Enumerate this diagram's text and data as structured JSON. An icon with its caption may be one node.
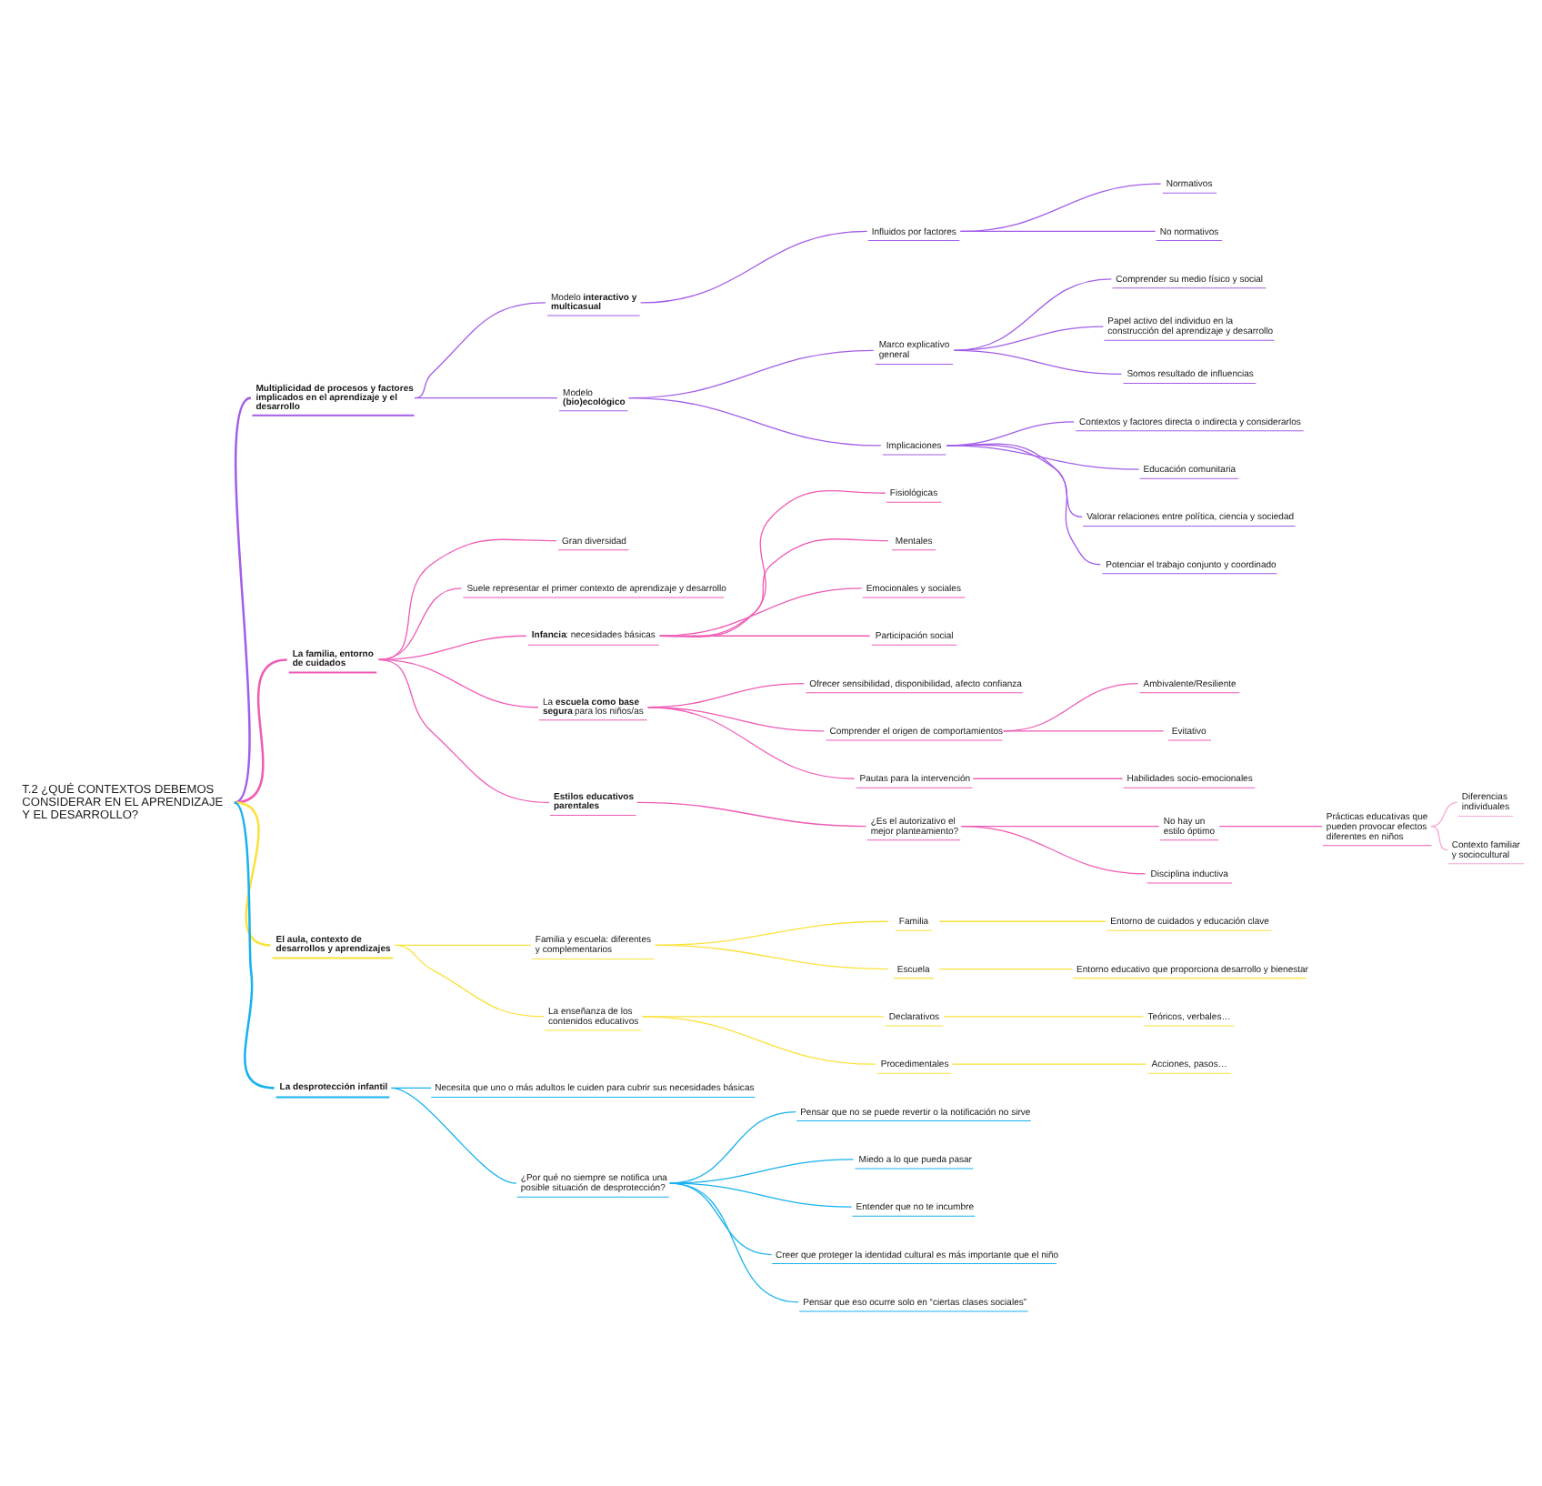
{
  "diagram": {
    "nodes": [
      {
        "text": [
          "T.2 ¿QUÉ CONTEXTOS DEBEMOS CONSIDERAR EN EL APRENDIZAJE Y EL DESARROLLO?"
        ]
      },
      {
        "text": [
          "Multiplicidad de procesos y factores implicados en el aprendizaje y el desarrollo"
        ]
      },
      {
        "text": [
          "Modelo **interactivo y multicasual**"
        ]
      },
      {
        "text": [
          "Influidos por factores"
        ]
      },
      {
        "text": [
          "Normativos"
        ]
      },
      {
        "text": [
          "No normativos"
        ]
      },
      {
        "text": [
          "Modelo **(bio)ecológico**"
        ]
      },
      {
        "text": [
          "Marco explicativo general"
        ]
      },
      {
        "text": [
          "Comprender su medio físico y social"
        ]
      },
      {
        "text": [
          "Papel activo del individuo en la construcción del aprendizaje y desarrollo"
        ]
      },
      {
        "text": [
          "Somos resultado de influencias"
        ]
      },
      {
        "text": [
          "Implicaciones"
        ]
      },
      {
        "text": [
          "Contextos y factores directa o indirecta y considerarlos"
        ]
      },
      {
        "text": [
          "Educación comunitaria"
        ]
      },
      {
        "text": [
          "Valorar relaciones entre política, ciencia y sociedad"
        ]
      },
      {
        "text": [
          "Potenciar el trabajo conjunto y coordinado"
        ]
      },
      {
        "text": [
          "La familia, entorno de cuidados"
        ]
      },
      {
        "text": [
          "Gran diversidad"
        ]
      },
      {
        "text": [
          "Suele representar el primer contexto de aprendizaje y desarrollo"
        ]
      },
      {
        "text": [
          "**Infancia**: necesidades básicas"
        ]
      },
      {
        "text": [
          "Fisiológicas"
        ]
      },
      {
        "text": [
          "Mentales"
        ]
      },
      {
        "text": [
          "Emocionales y sociales"
        ]
      },
      {
        "text": [
          "Participación social"
        ]
      },
      {
        "text": [
          "La **escuela como base segura** para los niños/as"
        ]
      },
      {
        "text": [
          "Ofrecer sensibilidad, disponibilidad, afecto confianza"
        ]
      },
      {
        "text": [
          "Comprender el origen de comportamientos"
        ]
      },
      {
        "text": [
          "Ambivalente/Resiliente"
        ]
      },
      {
        "text": [
          "Evitativo"
        ]
      },
      {
        "text": [
          "Pautas para la intervención"
        ]
      },
      {
        "text": [
          "Habilidades socio-emocionales"
        ]
      },
      {
        "text": [
          "Estilos educativos parentales"
        ]
      },
      {
        "text": [
          "¿Es el autorizativo el mejor planteamiento?"
        ]
      },
      {
        "text": [
          "No hay un estilo óptimo"
        ]
      },
      {
        "text": [
          "Prácticas educativas que pueden provocar efectos diferentes en niños"
        ]
      },
      {
        "text": [
          "Diferencias individuales"
        ]
      },
      {
        "text": [
          "Contexto familiar y sociocultural"
        ]
      },
      {
        "text": [
          "Disciplina inductiva"
        ]
      },
      {
        "text": [
          "El aula, contexto de desarrollos y aprendizajes"
        ]
      },
      {
        "text": [
          "Familia y escuela: diferentes y complementarios"
        ]
      },
      {
        "text": [
          "Familia"
        ]
      },
      {
        "text": [
          "Entorno de cuidados y educación clave"
        ]
      },
      {
        "text": [
          "Escuela"
        ]
      },
      {
        "text": [
          "Entorno educativo que proporciona desarrollo y bienestar"
        ]
      },
      {
        "text": [
          "La enseñanza de los contenidos educativos"
        ]
      },
      {
        "text": [
          "Declarativos"
        ]
      },
      {
        "text": [
          "Teóricos, verbales…"
        ]
      },
      {
        "text": [
          "Procedimentales"
        ]
      },
      {
        "text": [
          "Acciones, pasos…"
        ]
      },
      {
        "text": [
          "La desprotección infantil"
        ]
      },
      {
        "text": [
          "Necesita que uno o más adultos le cuiden para cubrir sus necesidades básicas"
        ]
      },
      {
        "text": [
          "¿Por qué no siempre se notifica una posible situación de desprotección?"
        ]
      },
      {
        "text": [
          "Pensar que no se puede revertir o la notificación no sirve"
        ]
      },
      {
        "text": [
          "Miedo a lo que pueda pasar"
        ]
      },
      {
        "text": [
          "Entender que no te incumbre"
        ]
      },
      {
        "text": [
          "Creer que proteger la identidad cultural es más importante que el niño"
        ]
      },
      {
        "text": [
          "Pensar que eso ocurre solo en “ciertas clases sociales”"
        ]
      }
    ],
    "edges": [
      {
        "from": 0,
        "to": 1,
        "arrow": "none",
        "color": "#a35de8"
      },
      {
        "from": 1,
        "to": 2,
        "arrow": "none",
        "color": "#a35de8"
      },
      {
        "from": 2,
        "to": 3,
        "arrow": "none",
        "color": "#a35de8"
      },
      {
        "from": 3,
        "to": 4,
        "arrow": "none",
        "color": "#a35de8"
      },
      {
        "from": 3,
        "to": 5,
        "arrow": "none",
        "color": "#a35de8"
      },
      {
        "from": 1,
        "to": 6,
        "arrow": "none",
        "color": "#a35de8"
      },
      {
        "from": 6,
        "to": 7,
        "arrow": "none",
        "color": "#a35de8"
      },
      {
        "from": 7,
        "to": 8,
        "arrow": "none",
        "color": "#a35de8"
      },
      {
        "from": 7,
        "to": 9,
        "arrow": "none",
        "color": "#a35de8"
      },
      {
        "from": 7,
        "to": 10,
        "arrow": "none",
        "color": "#a35de8"
      },
      {
        "from": 6,
        "to": 11,
        "arrow": "none",
        "color": "#a35de8"
      },
      {
        "from": 11,
        "to": 12,
        "arrow": "none",
        "color": "#a35de8"
      },
      {
        "from": 11,
        "to": 13,
        "arrow": "none",
        "color": "#a35de8"
      },
      {
        "from": 11,
        "to": 14,
        "arrow": "none",
        "color": "#a35de8"
      },
      {
        "from": 11,
        "to": 15,
        "arrow": "none",
        "color": "#a35de8"
      },
      {
        "from": 0,
        "to": 16,
        "arrow": "none"
      },
      {
        "from": 16,
        "to": 17,
        "arrow": "none"
      },
      {
        "from": 16,
        "to": 18,
        "arrow": "none"
      },
      {
        "from": 16,
        "to": 19,
        "arrow": "none"
      },
      {
        "from": 19,
        "to": 20,
        "arrow": "none"
      },
      {
        "from": 19,
        "to": 21,
        "arrow": "none"
      },
      {
        "from": 19,
        "to": 22,
        "arrow": "none"
      },
      {
        "from": 19,
        "to": 23,
        "arrow": "none"
      },
      {
        "from": 16,
        "to": 24,
        "arrow": "none"
      },
      {
        "from": 24,
        "to": 25,
        "arrow": "none"
      },
      {
        "from": 24,
        "to": 26,
        "arrow": "none"
      },
      {
        "from": 26,
        "to": 27,
        "arrow": "none"
      },
      {
        "from": 26,
        "to": 28,
        "arrow": "none"
      },
      {
        "from": 24,
        "to": 29,
        "arrow": "none"
      },
      {
        "from": 29,
        "to": 30,
        "arrow": "none"
      },
      {
        "from": 16,
        "to": 31,
        "arrow": "none"
      },
      {
        "from": 31,
        "to": 32,
        "arrow": "none"
      },
      {
        "from": 32,
        "to": 33,
        "arrow": "none"
      },
      {
        "from": 33,
        "to": 34,
        "arrow": "none"
      },
      {
        "from": 34,
        "to": 35,
        "arrow": "none",
        "color": "#f6a9d8"
      },
      {
        "from": 34,
        "to": 36,
        "arrow": "none",
        "color": "#f6a9d8"
      },
      {
        "from": 32,
        "to": 37,
        "arrow": "none"
      },
      {
        "from": 0,
        "to": 38,
        "arrow": "none",
        "color": "#fbe13b"
      },
      {
        "from": 38,
        "to": 39,
        "arrow": "none",
        "color": "#fbe13b"
      },
      {
        "from": 39,
        "to": 40,
        "arrow": "none",
        "color": "#fbe13b"
      },
      {
        "from": 40,
        "to": 41,
        "arrow": "none",
        "color": "#fbe13b"
      },
      {
        "from": 39,
        "to": 42,
        "arrow": "none",
        "color": "#fbe13b"
      },
      {
        "from": 42,
        "to": 43,
        "arrow": "none",
        "color": "#fbe13b"
      },
      {
        "from": 38,
        "to": 44,
        "arrow": "none",
        "color": "#fbe13b"
      },
      {
        "from": 44,
        "to": 45,
        "arrow": "none",
        "color": "#fbe13b"
      },
      {
        "from": 45,
        "to": 46,
        "arrow": "none",
        "color": "#fbe13b"
      },
      {
        "from": 44,
        "to": 47,
        "arrow": "none",
        "color": "#fbe13b"
      },
      {
        "from": 47,
        "to": 48,
        "arrow": "none",
        "color": "#fbe13b"
      },
      {
        "from": 0,
        "to": 49,
        "arrow": "none",
        "color": "#17b1ee"
      },
      {
        "from": 49,
        "to": 50,
        "arrow": "none",
        "color": "#17b1ee"
      },
      {
        "from": 49,
        "to": 51,
        "arrow": "none",
        "color": "#17b1ee"
      },
      {
        "from": 51,
        "to": 52,
        "arrow": "none",
        "color": "#17b1ee"
      },
      {
        "from": 51,
        "to": 53,
        "arrow": "none",
        "color": "#17b1ee"
      },
      {
        "from": 51,
        "to": 54,
        "arrow": "none",
        "color": "#17b1ee"
      },
      {
        "from": 51,
        "to": 55,
        "arrow": "none",
        "color": "#17b1ee"
      },
      {
        "from": 51,
        "to": 56,
        "arrow": "none",
        "color": "#17b1ee"
      }
    ]
  }
}
